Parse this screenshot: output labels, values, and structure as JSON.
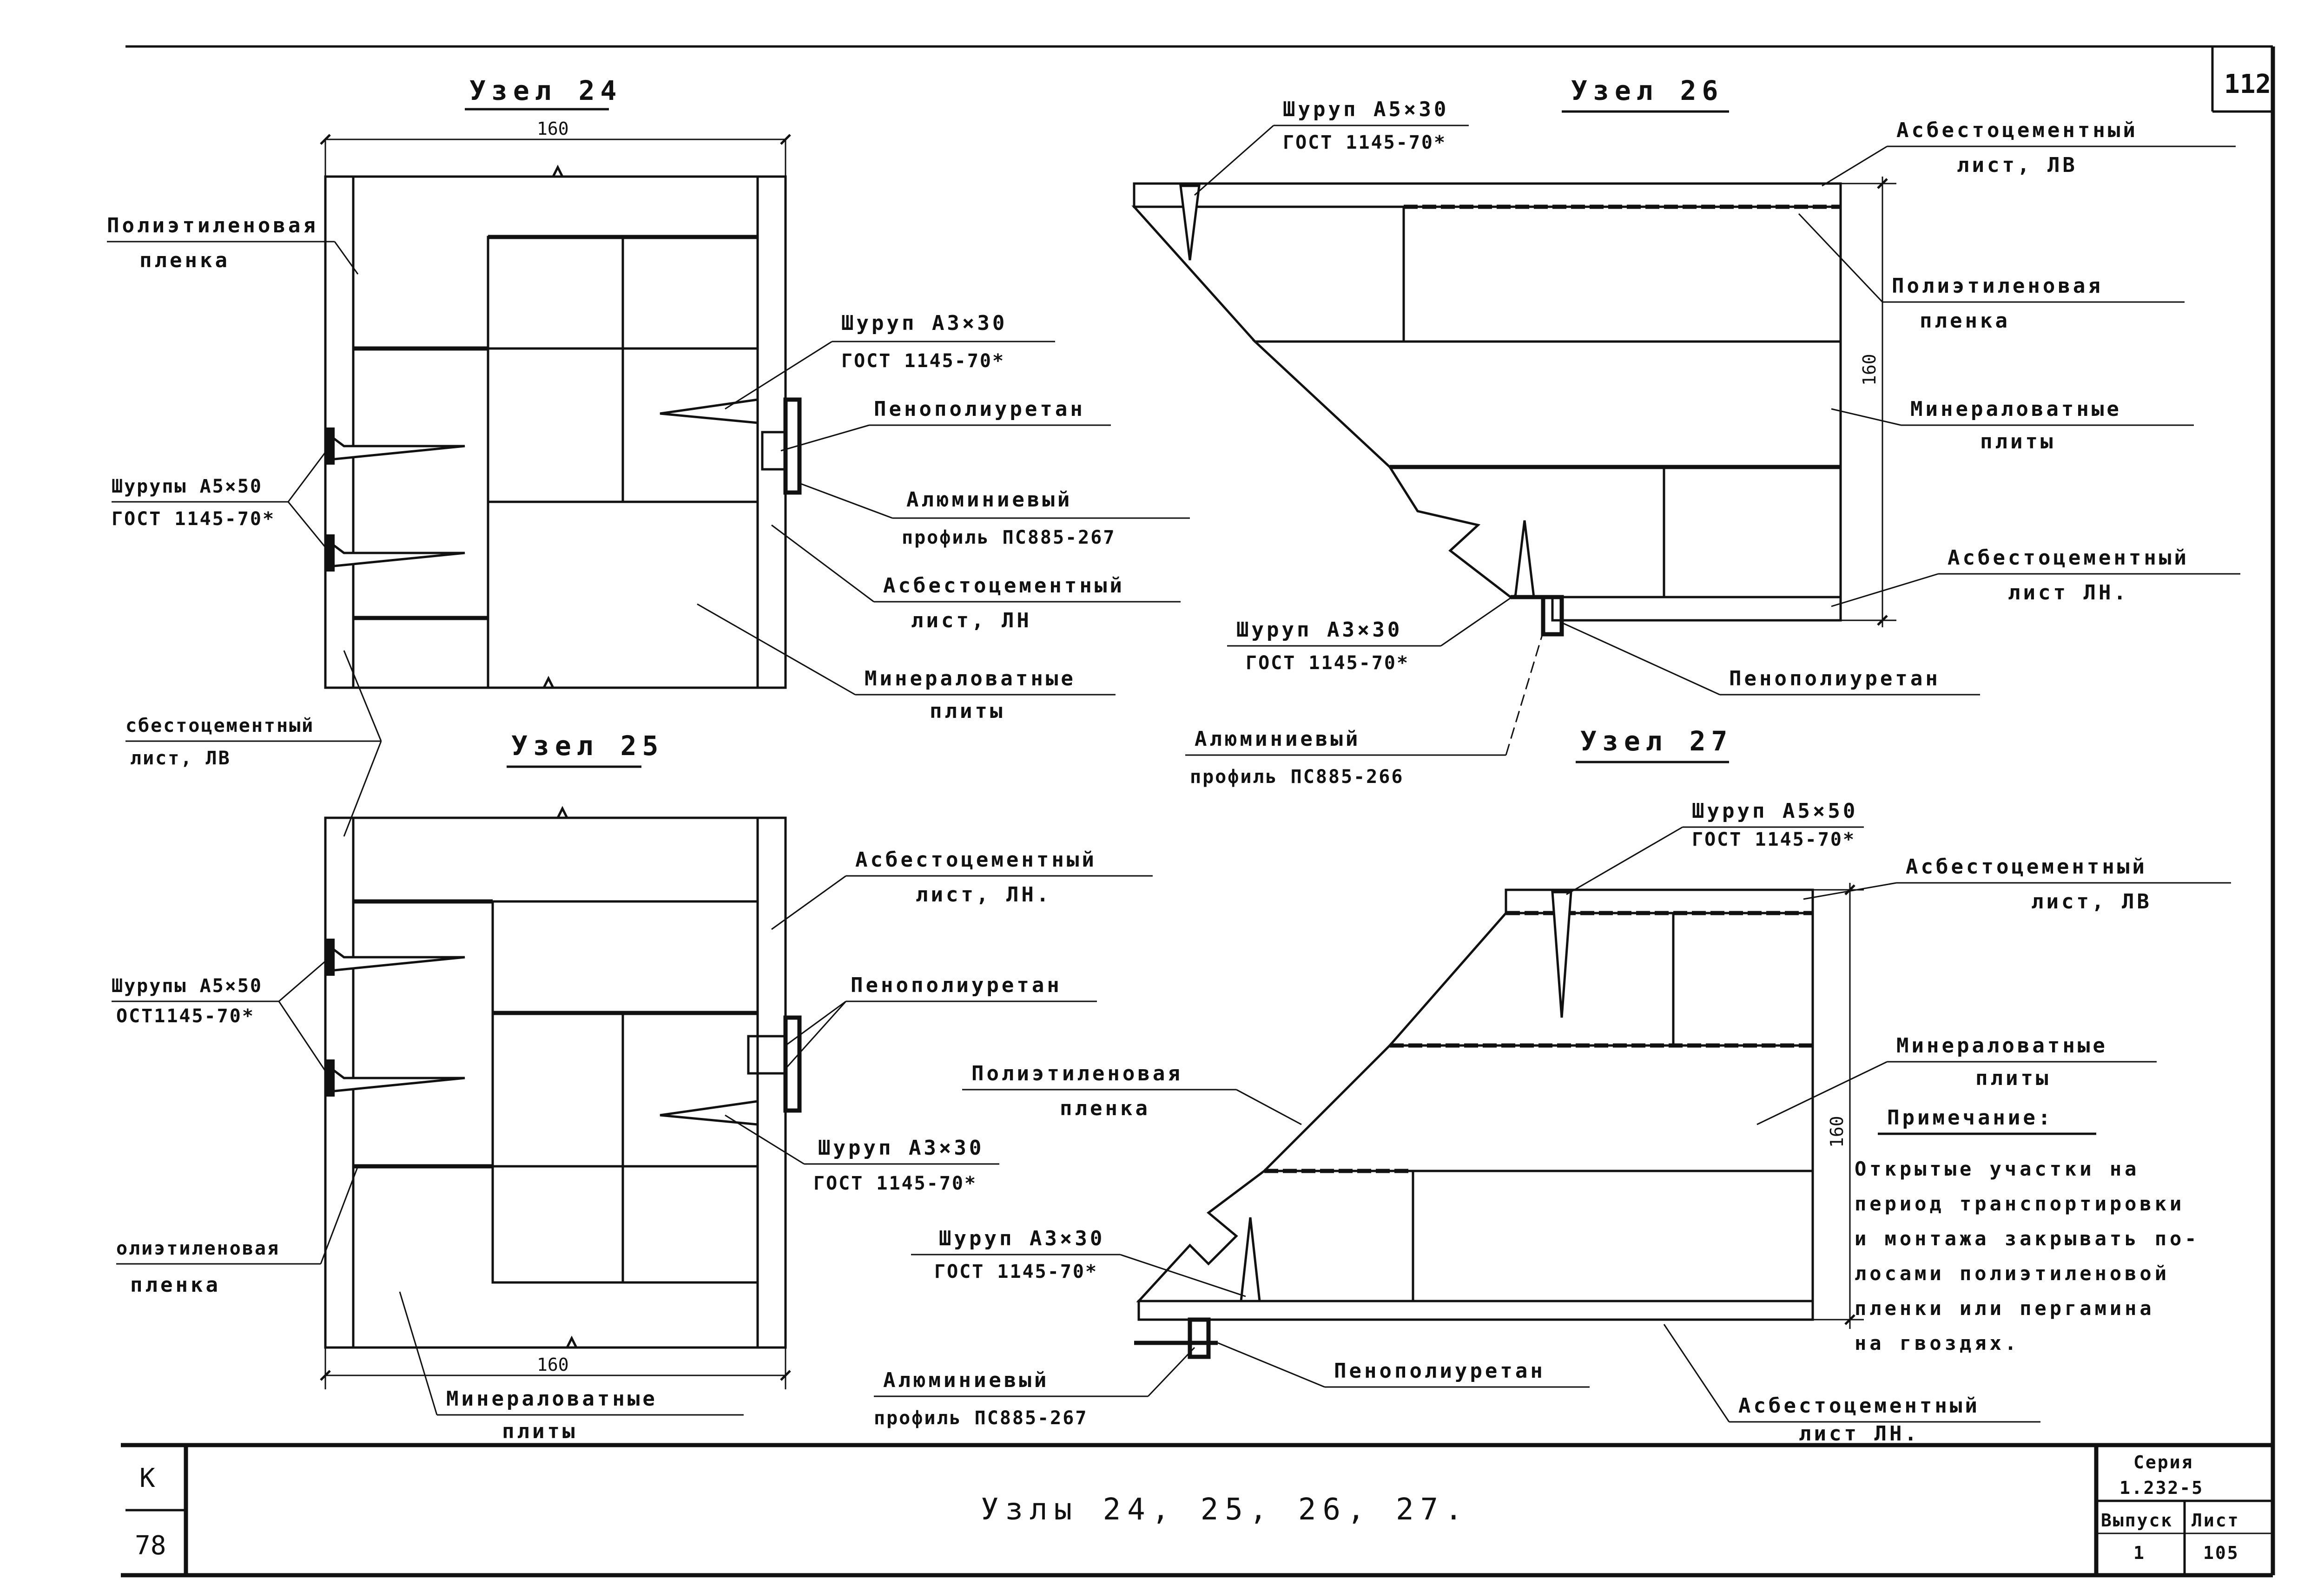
{
  "sheet_number": "112",
  "nodes": {
    "n24": {
      "title": "Узел 24",
      "dim": "160"
    },
    "n25": {
      "title": "Узел 25",
      "dim": "160"
    },
    "n26": {
      "title": "Узел 26",
      "dim": "160"
    },
    "n27": {
      "title": "Узел 27",
      "dim": "160"
    }
  },
  "labels": {
    "n24_film_1": "Полиэтиленовая",
    "n24_film_2": "пленка",
    "n24_screw_1": "Шуруп А3×30",
    "n24_screw_2": "ГОСТ 1145-70*",
    "n24_foam": "Пенополиуретан",
    "n24_screws_1": "Шурупы А5×50",
    "n24_screws_2": "ГОСТ 1145-70*",
    "n24_profile_1": "Алюминиевый",
    "n24_profile_2": "профиль ПС885-267",
    "n24_sheet_1": "Асбестоцементный",
    "n24_sheet_2": "лист, ЛН",
    "n24_wool_1": "Минераловатные",
    "n24_wool_2": "плиты",
    "shared_sheet_1": "сбестоцементный",
    "shared_sheet_2": "лист, ЛВ",
    "n25_sheet_1": "Асбестоцементный",
    "n25_sheet_2": "лист, ЛН.",
    "n25_foam": "Пенополиуретан",
    "n25_screws_1": "Шурупы А5×50",
    "n25_screws_2": "ОСТ1145-70*",
    "n25_screw_1": "Шуруп А3×30",
    "n25_screw_2": "ГОСТ 1145-70*",
    "n25_film_1": "олиэтиленовая",
    "n25_film_2": "пленка",
    "n25_wool_1": "Минераловатные",
    "n25_wool_2": "плиты",
    "n26_screw_top_1": "Шуруп А5×30",
    "n26_screw_top_2": "ГОСТ 1145-70*",
    "n26_sheet_top_1": "Асбестоцементный",
    "n26_sheet_top_2": "лист, ЛВ",
    "n26_film_1": "Полиэтиленовая",
    "n26_film_2": "пленка",
    "n26_wool_1": "Минераловатные",
    "n26_wool_2": "плиты",
    "n26_sheet_bot_1": "Асбестоцементный",
    "n26_sheet_bot_2": "лист ЛН.",
    "n26_screw_bot_1": "Шуруп А3×30",
    "n26_screw_bot_2": "ГОСТ 1145-70*",
    "n26_foam": "Пенополиуретан",
    "n26_profile_1": "Алюминиевый",
    "n26_profile_2": "профиль ПС885-266",
    "n27_screw_top_1": "Шуруп А5×50",
    "n27_screw_top_2": "ГОСТ 1145-70*",
    "n27_sheet_top_1": "Асбестоцементный",
    "n27_sheet_top_2": "лист, ЛВ",
    "n27_wool_1": "Минераловатные",
    "n27_wool_2": "плиты",
    "n27_film_1": "Полиэтиленовая",
    "n27_film_2": "пленка",
    "n27_screw_bot_1": "Шуруп А3×30",
    "n27_screw_bot_2": "ГОСТ 1145-70*",
    "n27_profile_1": "Алюминиевый",
    "n27_profile_2": "профиль ПС885-267",
    "n27_foam": "Пенополиуретан",
    "n27_sheet_bot_1": "Асбестоцементный",
    "n27_sheet_bot_2": "лист ЛН."
  },
  "note": {
    "heading": "Примечание:",
    "lines": [
      "Открытые участки на",
      "период транспортировки",
      "и монтажа закрывать по-",
      "лосами полиэтиленовой",
      "пленки или пергамина",
      "на гвоздях."
    ]
  },
  "title_block": {
    "title": "Узлы 24, 25, 26, 27.",
    "series_label": "Серия",
    "series_value": "1.232-5",
    "issue_label": "Выпуск",
    "issue_value": "1",
    "sheet_label": "Лист",
    "sheet_value": "105",
    "left_mark_top": "К",
    "left_mark_bottom": "78"
  }
}
